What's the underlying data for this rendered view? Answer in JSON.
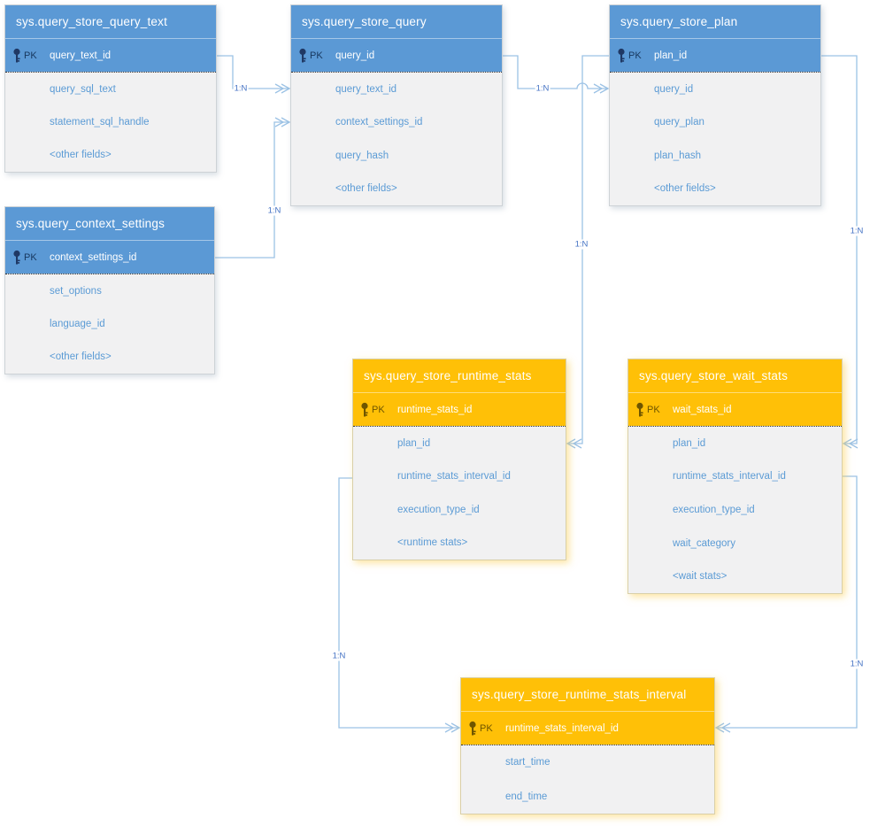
{
  "diagram": {
    "kind": "entity-relationship-diagram",
    "colors": {
      "blue_table_header": "#5B99D5",
      "orange_table_header": "#FFC007",
      "field_text": "#5B9BD5",
      "connector_line": "#9CC2E5",
      "cardinality_text": "#4472C4",
      "body_background": "#F1F1F2",
      "pk_icon_blue": "#1F3864",
      "pk_icon_orange": "#6E5500"
    }
  },
  "entities": [
    {
      "id": "query_store_query_text",
      "title": "sys.query_store_query_text",
      "theme": "blue",
      "pk": {
        "badge": "PK",
        "field": "query_text_id"
      },
      "fields": [
        "query_sql_text",
        "statement_sql_handle",
        "<other fields>"
      ]
    },
    {
      "id": "query_store_query",
      "title": "sys.query_store_query",
      "theme": "blue",
      "pk": {
        "badge": "PK",
        "field": "query_id"
      },
      "fields": [
        "query_text_id",
        "context_settings_id",
        "query_hash",
        "<other fields>"
      ]
    },
    {
      "id": "query_store_plan",
      "title": "sys.query_store_plan",
      "theme": "blue",
      "pk": {
        "badge": "PK",
        "field": "plan_id"
      },
      "fields": [
        "query_id",
        "query_plan",
        "plan_hash",
        "<other fields>"
      ]
    },
    {
      "id": "query_context_settings",
      "title": "sys.query_context_settings",
      "theme": "blue",
      "pk": {
        "badge": "PK",
        "field": "context_settings_id"
      },
      "fields": [
        "set_options",
        "language_id",
        "<other fields>"
      ]
    },
    {
      "id": "query_store_runtime_stats",
      "title": "sys.query_store_runtime_stats",
      "theme": "orange",
      "pk": {
        "badge": "PK",
        "field": "runtime_stats_id"
      },
      "fields": [
        "plan_id",
        "runtime_stats_interval_id",
        "execution_type_id",
        "<runtime stats>"
      ]
    },
    {
      "id": "query_store_wait_stats",
      "title": "sys.query_store_wait_stats",
      "theme": "orange",
      "pk": {
        "badge": "PK",
        "field": "wait_stats_id"
      },
      "fields": [
        "plan_id",
        "runtime_stats_interval_id",
        "execution_type_id",
        "wait_category",
        "<wait stats>"
      ]
    },
    {
      "id": "query_store_runtime_stats_interval",
      "title": "sys.query_store_runtime_stats_interval",
      "theme": "orange",
      "pk": {
        "badge": "PK",
        "field": "runtime_stats_interval_id"
      },
      "fields": [
        "start_time",
        "end_time"
      ]
    }
  ],
  "relationships": [
    {
      "id": "querytext-to-query",
      "from": "sys.query_store_query_text",
      "to": "sys.query_store_query",
      "label": "1:N"
    },
    {
      "id": "context-to-query",
      "from": "sys.query_context_settings",
      "to": "sys.query_store_query",
      "label": "1:N"
    },
    {
      "id": "query-to-plan",
      "from": "sys.query_store_query",
      "to": "sys.query_store_plan",
      "label": "1:N"
    },
    {
      "id": "plan-to-runtimestats",
      "from": "sys.query_store_plan",
      "to": "sys.query_store_runtime_stats",
      "label": "1:N"
    },
    {
      "id": "plan-to-waitstats",
      "from": "sys.query_store_plan",
      "to": "sys.query_store_wait_stats",
      "label": "1:N"
    },
    {
      "id": "runtimestats-to-interval",
      "from": "sys.query_store_runtime_stats",
      "to": "sys.query_store_runtime_stats_interval",
      "label": "1:N"
    },
    {
      "id": "waitstats-to-interval",
      "from": "sys.query_store_wait_stats",
      "to": "sys.query_store_runtime_stats_interval",
      "label": "1:N"
    }
  ]
}
